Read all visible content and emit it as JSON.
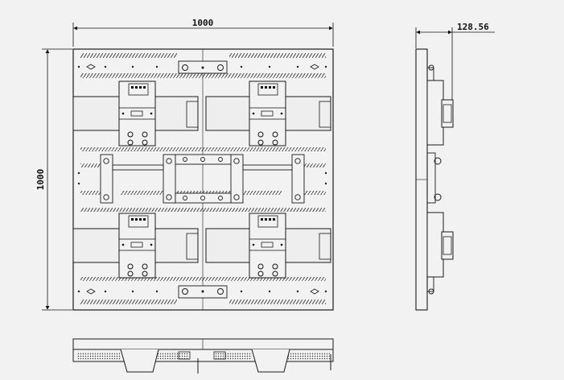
{
  "dimensions": {
    "front_width": "1000",
    "front_height": "1000",
    "side_depth": "128.56"
  },
  "colors": {
    "background": "#f2f2f2",
    "line": "#1a1a1a",
    "hatch": "#444444",
    "module_fill": "#e6e6e6"
  }
}
